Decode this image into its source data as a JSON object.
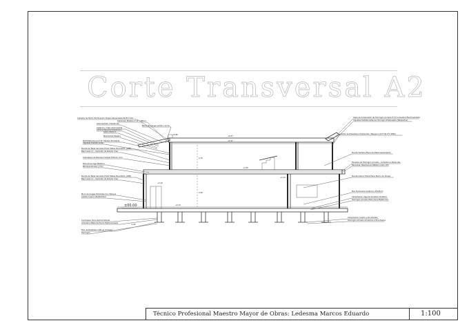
{
  "drawing": {
    "title": "Corte Transversal A2",
    "title_block_text": "Técnico Profesional Maestro Mayor de Obras: Ledesma Marcos Eduardo",
    "scale": "1:100"
  },
  "annotations_left": [
    "Cubierta de Techo Terminación Chapa Galvanizada Perfil T-101",
    "Cielorraso Madera 1\"x4\" c/60cm",
    "Listones/Cab. Clavadores",
    "Barra de Cenga Ladrillo común",
    "Aislación / Cielo Aluminizada",
    "Lámina Espuma Poliestireno",
    "Listón Estruct.",
    "Machimbre Madera",
    "Perfil Estructural 2\"x4\" Madera Bordeada",
    "Viguetas Prefabricadas",
    "Puerta de Tabla Cerrados Entre Tablas Escantillón (OPR)",
    "Bajo losas c/c - Cemento de alisado Urea",
    "Cubrepisos de Revoque Simple Exterior 2cm",
    "Estructura Viga Metálica",
    "Revoque Grueso y Fino",
    "Puerta de Tabla Cerrados Entre Tablas Escantillón (OPR)",
    "Bajo losas c/c - Cemento de alisado Urea",
    "Muro de Cargas Portantes Con Tabique",
    "Ladrillo hueco 18x18x33cm",
    "Contrapiso Ocre Vertical Simple",
    "Armadura Malla de Hierro Electrosoldado",
    "Film de Polietileno 200 µs (0.2mm)",
    "Hormigón"
  ],
  "annotations_right": [
    "Capa de Compresión de Hormigón Armado Hºmt Armadura Electrosoldada",
    "Viguetas Prefabricadas de Hormigón Pretensado (Tabiquillos)",
    "Ladrillo de Poliestireno Expandido (Telgopor) (8.5*42.5*1.2Mtk)",
    "Puerta Ventana Placa de Metal Galvanizado",
    "Escalera de Hormigón Armado - Armadura a Barandas",
    "Barandas: Pasamanos Metálico Caño CPV",
    "Puerta Interior Placa Placa Marco de Chapa",
    "Piso Terminado Cerámico 45x45cm",
    "Cimentación Viga de Arrastre 15x30cm",
    "Hormigón Armado Estructura Plataforma",
    "Cimentación Cuarto y Encofrados",
    "Hormigón Armado Armadura a Encofrados"
  ],
  "levels": {
    "zero": "±00.00",
    "roof_top": "+6.57",
    "roof_mid": "+5.97",
    "ceiling_low": "+5.80",
    "slab": "+3.30",
    "first_floor": "+3.15",
    "window_head": "+2.10",
    "ground_floor": "+0.15",
    "foundation": "-1.60",
    "h_upper": "2.70",
    "h_lower": "2.90"
  },
  "colors": {
    "line": "#333333",
    "title_outline": "#b7b7b7"
  }
}
